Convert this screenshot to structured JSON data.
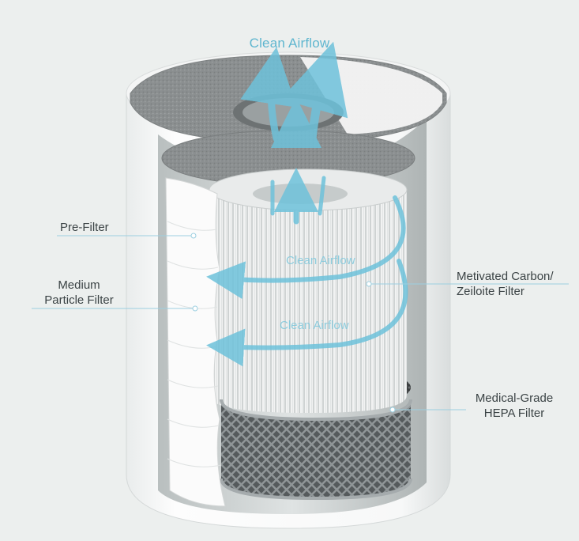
{
  "diagram": {
    "top_label": "Clean Airflow",
    "inner_label_upper": "Clean Airflow",
    "inner_label_lower": "Clean Airflow",
    "labels": {
      "pre_filter": "Pre-Filter",
      "medium_line1": "Medium",
      "medium_line2": "Particle Filter",
      "carbon_line1": "Metivated Carbon/",
      "carbon_line2": "Zeiloite Filter",
      "hepa_line1": "Medical-Grade",
      "hepa_line2": "HEPA Filter"
    },
    "colors": {
      "airflow": "#6ec2db",
      "label_text": "#3b4345",
      "leader_line": "#9ccfe0",
      "background": "#ecefee"
    }
  }
}
